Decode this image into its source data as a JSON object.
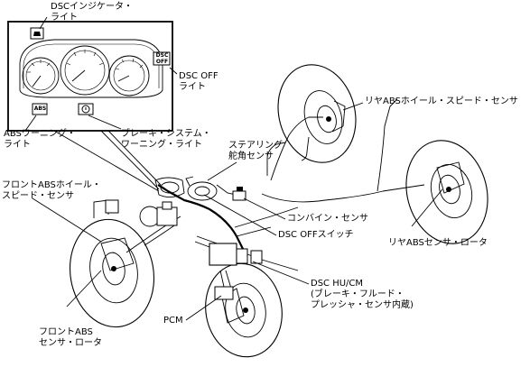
{
  "labels": {
    "dsc_indicator": [
      "DSCインジケータ・",
      "ライト"
    ],
    "dsc_off_light": [
      "DSC OFF",
      "ライト"
    ],
    "abs_warning": [
      "ABSワーニング・",
      "ライト"
    ],
    "brake_warning": [
      "ブレーキ・システム・",
      "ワーニング・ライト"
    ],
    "steering_sensor": [
      "ステアリング",
      "舵角センサ"
    ],
    "rear_abs_wheel_speed": [
      "リヤABSホイール・スピード・センサ"
    ],
    "front_abs_wheel_speed": [
      "フロントABSホイール・",
      "スピード・センサ"
    ],
    "combine_sensor": [
      "コンバイン・センサ"
    ],
    "dsc_off_switch": [
      "DSC OFFスイッチ"
    ],
    "rear_abs_rotor": [
      "リヤABSセンサ・ロータ"
    ],
    "dsc_hu_cm": [
      "DSC HU/CM",
      "(ブレーキ・フルード・",
      "プレッシャ・センサ内蔵)"
    ],
    "pcm": [
      "PCM"
    ],
    "front_abs_rotor": [
      "フロントABS",
      "センサ・ロータ"
    ]
  },
  "cluster_icons": {
    "dsc_off_badge": [
      "DSC",
      "OFF"
    ],
    "abs_badge": "ABS"
  }
}
